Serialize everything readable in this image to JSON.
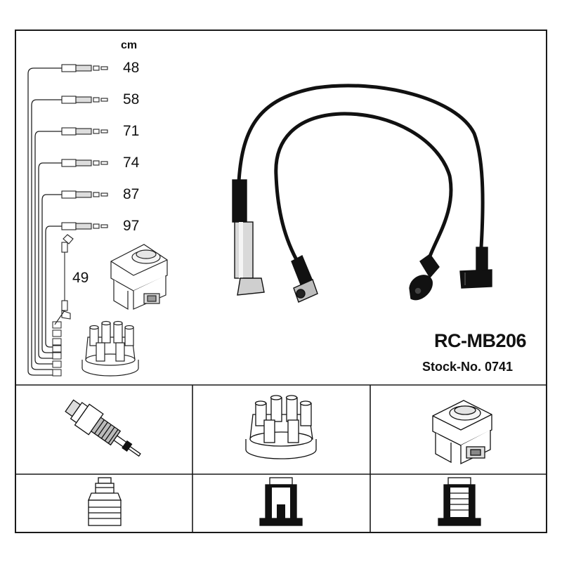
{
  "header": {
    "unit": "cm"
  },
  "lengths": [
    "48",
    "58",
    "71",
    "74",
    "87",
    "97"
  ],
  "coil_lead_length": "49",
  "product": {
    "model": "RC-MB206",
    "stock_label": "Stock-No. 0741"
  },
  "parts_row": [
    "spark-plug",
    "distributor-cap",
    "ignition-coil"
  ],
  "connector_row": [
    "plug-terminal",
    "distributor-terminal",
    "coil-terminal"
  ]
}
